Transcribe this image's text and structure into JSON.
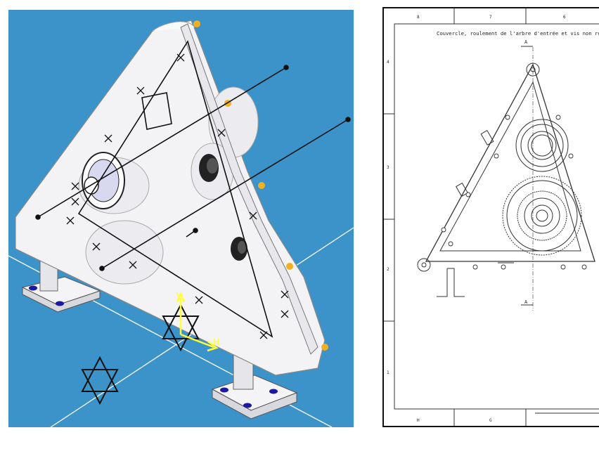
{
  "view3d": {
    "axis_labels": {
      "vertical": "V",
      "horizontal": "H"
    },
    "colors": {
      "background": "#3c93c9",
      "part": "#f2f2f4",
      "axis": "#ffff33"
    }
  },
  "drawing": {
    "title": "Couvercle, roulement de l'arbre d'entrée et vis non re",
    "section_label_top": "A",
    "section_label_bottom": "A",
    "top_zones": [
      "8",
      "7",
      "6"
    ],
    "bottom_zones": [
      "H",
      "G"
    ],
    "side_zones": [
      "4",
      "3",
      "2",
      "1"
    ]
  }
}
